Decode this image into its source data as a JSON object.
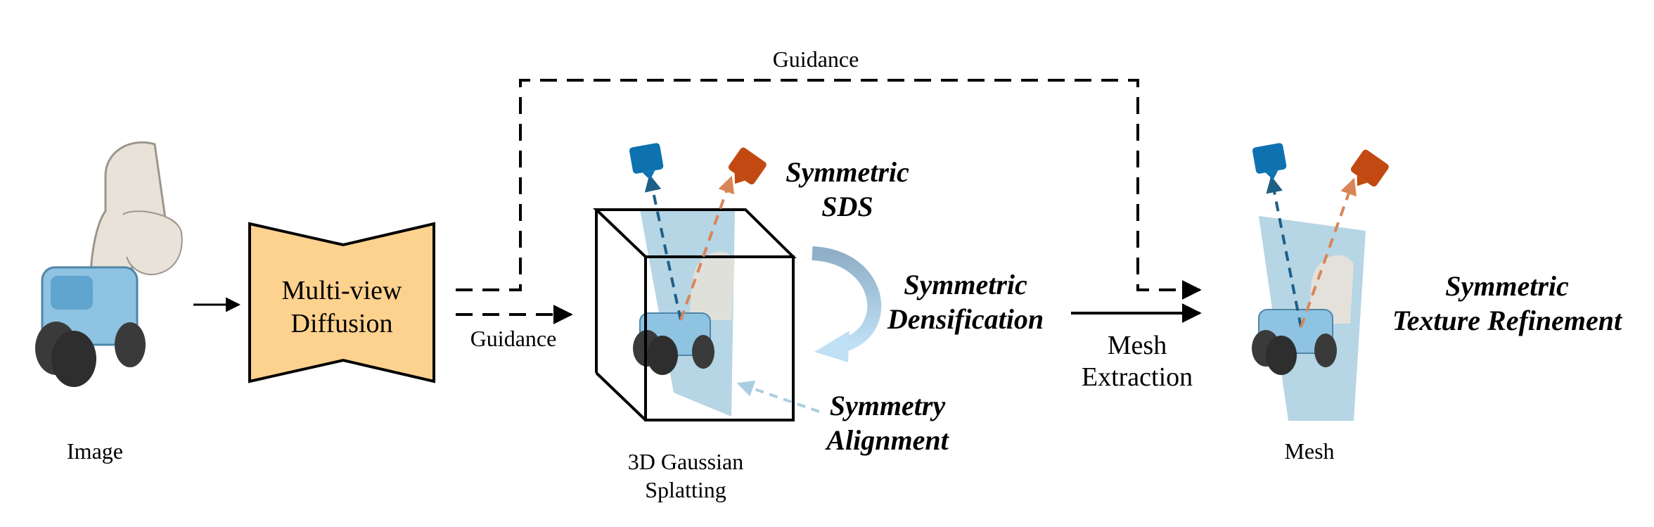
{
  "labels": {
    "image": "Image",
    "diffusion_line1": "Multi-view",
    "diffusion_line2": "Diffusion",
    "guidance_top": "Guidance",
    "guidance_bottom": "Guidance",
    "gs_line1": "3D Gaussian",
    "gs_line2": "Splatting",
    "sym_sds_line1": "Symmetric",
    "sym_sds_line2": "SDS",
    "sym_dens_line1": "Symmetric",
    "sym_dens_line2": "Densification",
    "sym_align_line1": "Symmetry",
    "sym_align_line2": "Alignment",
    "mesh_extract_line1": "Mesh",
    "mesh_extract_line2": "Extraction",
    "mesh": "Mesh",
    "sym_tex_line1": "Symmetric",
    "sym_tex_line2": "Texture Refinement"
  },
  "colors": {
    "diffusion_fill": "#FDD28F",
    "plane": "#A9CEE0",
    "camera_blue": "#0E72B0",
    "camera_orange": "#C24A12",
    "ray_blue": "#1F5F86",
    "ray_orange": "#D98558",
    "toy_body": "#8FC3E2",
    "toy_arm": "#E8E2D8",
    "wheel": "#3A3A3A"
  }
}
